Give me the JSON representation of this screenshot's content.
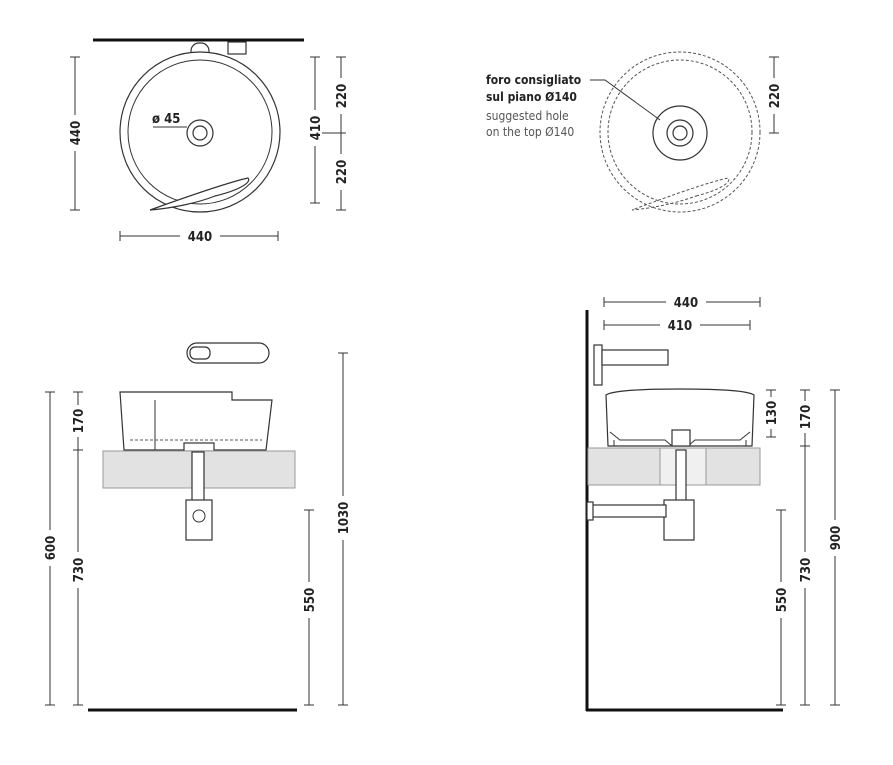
{
  "top_view": {
    "width": "440",
    "depth": "440",
    "basin": "410",
    "offset_top": "220",
    "offset_bottom": "220",
    "drain": "ø 45"
  },
  "hole_view": {
    "note_it_1": "foro consigliato",
    "note_it_2": "sul piano Ø140",
    "note_en_1": "suggested hole",
    "note_en_2": "on the top Ø140",
    "offset": "220"
  },
  "front_view": {
    "basin_height": "170",
    "counter_height": "600",
    "counter_plus_basin": "730",
    "faucet_height": "1030",
    "siphon_height": "550"
  },
  "side_view": {
    "outer": "440",
    "inner": "410",
    "basin_depth": "130",
    "basin_height": "170",
    "counter_plus_basin": "730",
    "total": "900",
    "siphon_height": "550"
  }
}
